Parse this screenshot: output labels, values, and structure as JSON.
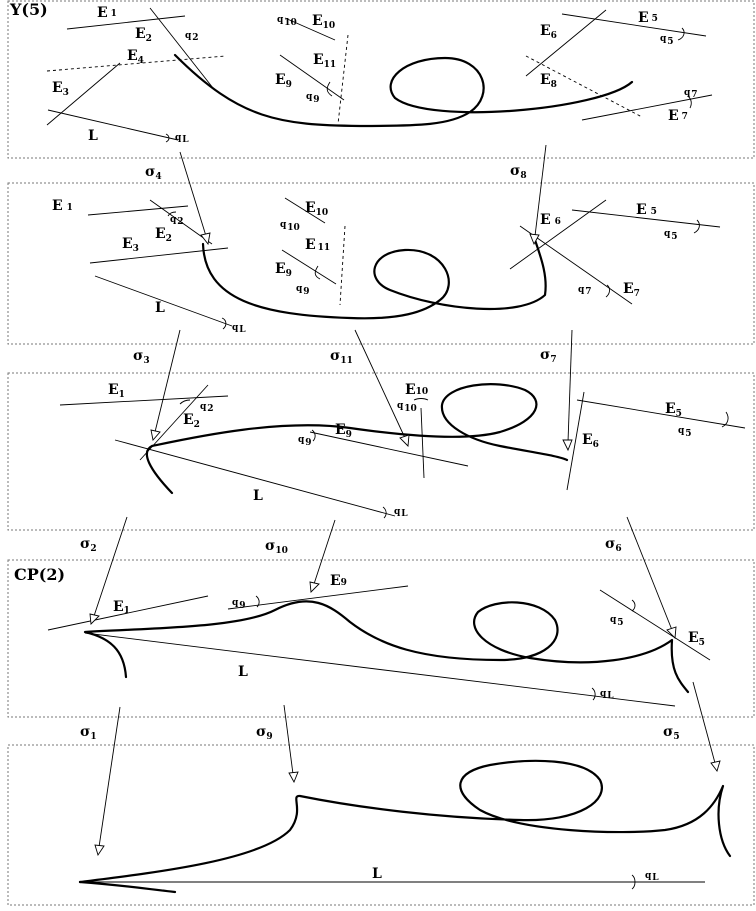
{
  "panels": {
    "y5": {
      "title": "Y(5)",
      "labels": {
        "E1": "E",
        "E1s": "1",
        "E2": "E",
        "E2s": "2",
        "q2": "q",
        "q2s": "2",
        "E3": "E",
        "E3s": "3",
        "E4": "E",
        "E4s": "4",
        "L": "L",
        "qL": "q",
        "qLs": "L",
        "q10": "q",
        "q10s": "10",
        "E10": "E",
        "E10s": "10",
        "E11": "E",
        "E11s": "11",
        "E9": "E",
        "E9s": "9",
        "q9": "q",
        "q9s": "9",
        "E6": "E",
        "E6s": "6",
        "E8": "E",
        "E8s": "8",
        "E5": "E",
        "E5s": "5",
        "q5": "q",
        "q5s": "5",
        "q7": "q",
        "q7s": "7",
        "E7": "E",
        "E7s": "7"
      }
    },
    "p2": {
      "labels": {
        "E1": "E",
        "E1s": "1",
        "q2": "q",
        "q2s": "2",
        "E2": "E",
        "E2s": "2",
        "E3": "E",
        "E3s": "3",
        "L": "L",
        "qL": "q",
        "qLs": "L",
        "E10": "E",
        "E10s": "10",
        "q10": "q",
        "q10s": "10",
        "E11": "E",
        "E11s": "11",
        "E9": "E",
        "E9s": "9",
        "q9": "q",
        "q9s": "9",
        "E6": "E",
        "E6s": "6",
        "E5": "E",
        "E5s": "5",
        "q5": "q",
        "q5s": "5",
        "q7": "q",
        "q7s": "7",
        "E7": "E",
        "E7s": "7"
      }
    },
    "p3": {
      "labels": {
        "E1": "E",
        "E1s": "1",
        "q2": "q",
        "q2s": "2",
        "E2": "E",
        "E2s": "2",
        "L": "L",
        "qL": "q",
        "qLs": "L",
        "q9": "q",
        "q9s": "9",
        "E9": "E",
        "E9s": "9",
        "E10": "E",
        "E10s": "10",
        "q10": "q",
        "q10s": "10",
        "E6": "E",
        "E6s": "6",
        "E5": "E",
        "E5s": "5",
        "q5": "q",
        "q5s": "5"
      }
    },
    "cp2": {
      "title": "CP(2)",
      "labels": {
        "E1": "E",
        "E1s": "1",
        "q9": "q",
        "q9s": "9",
        "E9": "E",
        "E9s": "9",
        "L": "L",
        "qL": "q",
        "qLs": "L",
        "q5": "q",
        "q5s": "5",
        "E5": "E",
        "E5s": "5"
      }
    },
    "bottom": {
      "labels": {
        "L": "L",
        "qL": "q",
        "qLs": "L"
      }
    }
  },
  "maps": {
    "s4": "σ",
    "s4s": "4",
    "s8": "σ",
    "s8s": "8",
    "s3": "σ",
    "s3s": "3",
    "s11": "σ",
    "s11s": "11",
    "s7": "σ",
    "s7s": "7",
    "s2": "σ",
    "s2s": "2",
    "s10": "σ",
    "s10s": "10",
    "s6": "σ",
    "s6s": "6",
    "s1": "σ",
    "s1s": "1",
    "s9": "σ",
    "s9s": "9",
    "s5": "σ",
    "s5s": "5"
  }
}
